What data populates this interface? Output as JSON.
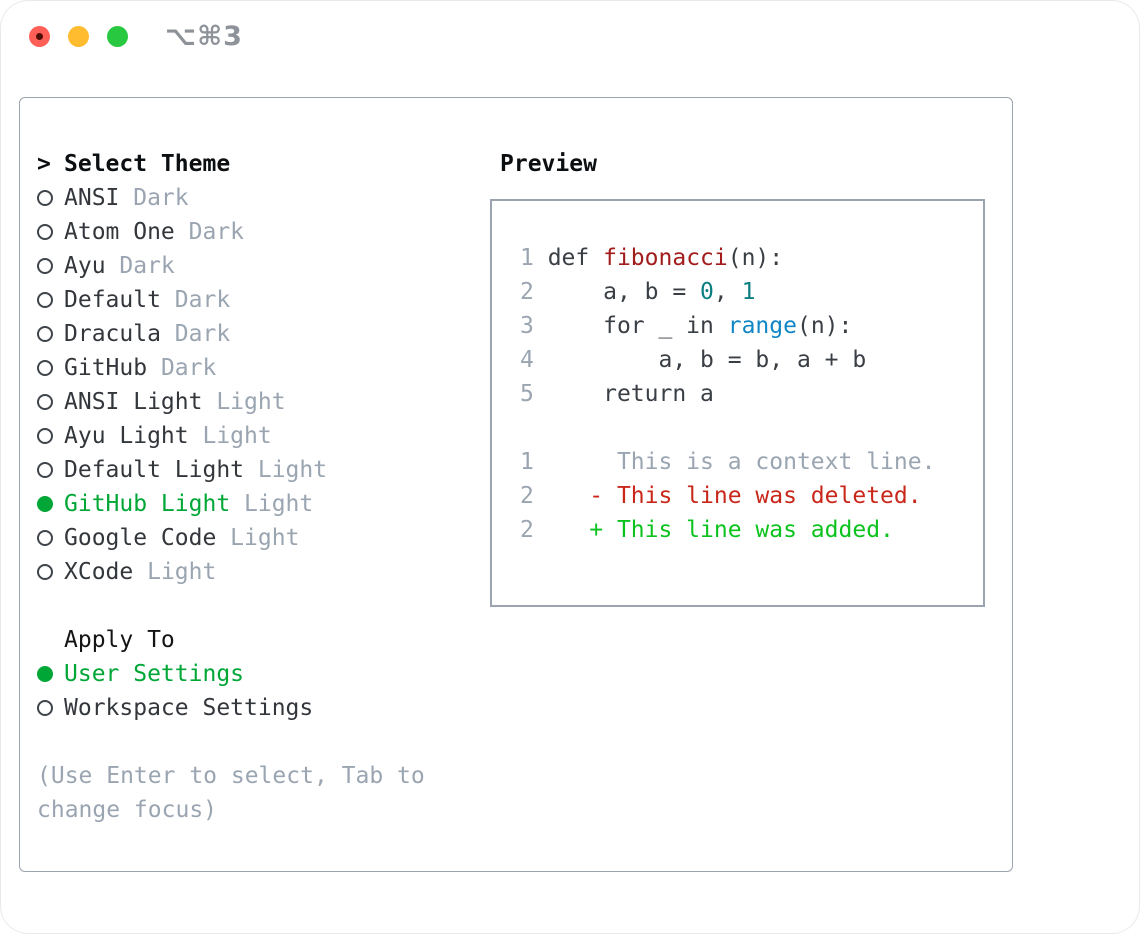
{
  "window": {
    "title": "⌥⌘3"
  },
  "colors": {
    "traffic_red": "#ff5f57",
    "traffic_yellow": "#febc2e",
    "traffic_green": "#28c840",
    "border": "#9ba4af",
    "muted": "#9aa5b1",
    "selection_green": "#00a737",
    "diff_added_green": "#0cc31e",
    "diff_deleted_red": "#c9271a",
    "function_red": "#a21c1c",
    "number_teal": "#0d7f82",
    "builtin_blue": "#1087c4"
  },
  "theme_panel": {
    "header_prefix": ">",
    "header": "Select Theme",
    "items": [
      {
        "label": "ANSI",
        "variant": "Dark",
        "selected": false
      },
      {
        "label": "Atom One",
        "variant": "Dark",
        "selected": false
      },
      {
        "label": "Ayu",
        "variant": "Dark",
        "selected": false
      },
      {
        "label": "Default",
        "variant": "Dark",
        "selected": false
      },
      {
        "label": "Dracula",
        "variant": "Dark",
        "selected": false
      },
      {
        "label": "GitHub",
        "variant": "Dark",
        "selected": false
      },
      {
        "label": "ANSI Light",
        "variant": "Light",
        "selected": false
      },
      {
        "label": "Ayu Light",
        "variant": "Light",
        "selected": false
      },
      {
        "label": "Default Light",
        "variant": "Light",
        "selected": false
      },
      {
        "label": "GitHub Light",
        "variant": "Light",
        "selected": true
      },
      {
        "label": "Google Code",
        "variant": "Light",
        "selected": false
      },
      {
        "label": "XCode",
        "variant": "Light",
        "selected": false
      }
    ],
    "apply_to": {
      "header": "Apply To",
      "options": [
        {
          "label": "User Settings",
          "selected": true
        },
        {
          "label": "Workspace Settings",
          "selected": false
        }
      ]
    },
    "hint_lines": [
      "(Use Enter to select, Tab to",
      "change focus)"
    ]
  },
  "preview": {
    "header": "Preview",
    "code_lines": [
      {
        "num": "1",
        "tokens": [
          {
            "cls": "code",
            "text": " def "
          },
          {
            "cls": "fn",
            "text": "fibonacci"
          },
          {
            "cls": "code",
            "text": "(n):"
          }
        ]
      },
      {
        "num": "2",
        "tokens": [
          {
            "cls": "code",
            "text": "     a, b = "
          },
          {
            "cls": "num",
            "text": "0"
          },
          {
            "cls": "code",
            "text": ", "
          },
          {
            "cls": "num",
            "text": "1"
          }
        ]
      },
      {
        "num": "3",
        "tokens": [
          {
            "cls": "code",
            "text": "     for _ in "
          },
          {
            "cls": "builtin",
            "text": "range"
          },
          {
            "cls": "code",
            "text": "(n):"
          }
        ]
      },
      {
        "num": "4",
        "tokens": [
          {
            "cls": "code",
            "text": "         a, b = b, a + b"
          }
        ]
      },
      {
        "num": "5",
        "tokens": [
          {
            "cls": "code",
            "text": "     return a"
          }
        ]
      }
    ],
    "diff_lines": [
      {
        "num": "1",
        "cls": "ctx",
        "text": "      This is a context line."
      },
      {
        "num": "2",
        "cls": "del",
        "text": "    - This line was deleted."
      },
      {
        "num": "2",
        "cls": "add",
        "text": "    + This line was added."
      }
    ]
  }
}
